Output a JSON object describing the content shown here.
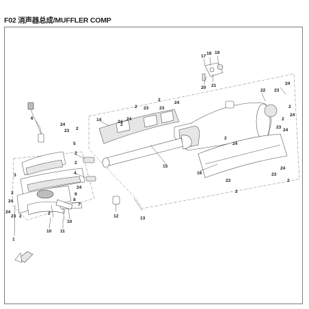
{
  "title": "F02 消声器总成/MUFFLER COMP",
  "callouts": [
    {
      "label": "17"
    },
    {
      "label": "18"
    },
    {
      "label": "19"
    },
    {
      "label": "20"
    },
    {
      "label": "21"
    },
    {
      "label": "22"
    },
    {
      "label": "23"
    },
    {
      "label": "24"
    },
    {
      "label": "24"
    },
    {
      "label": "2"
    },
    {
      "label": "2"
    },
    {
      "label": "23"
    },
    {
      "label": "24"
    },
    {
      "label": "2"
    },
    {
      "label": "24"
    },
    {
      "label": "14"
    },
    {
      "label": "2"
    },
    {
      "label": "23"
    },
    {
      "label": "24"
    },
    {
      "label": "24"
    },
    {
      "label": "2"
    },
    {
      "label": "23"
    },
    {
      "label": "24"
    },
    {
      "label": "2"
    },
    {
      "label": "15"
    },
    {
      "label": "16"
    },
    {
      "label": "23"
    },
    {
      "label": "24"
    },
    {
      "label": "2"
    },
    {
      "label": "23"
    },
    {
      "label": "2"
    },
    {
      "label": "13"
    },
    {
      "label": "12"
    },
    {
      "label": "6"
    },
    {
      "label": "24"
    },
    {
      "label": "2"
    },
    {
      "label": "23"
    },
    {
      "label": "5"
    },
    {
      "label": "2"
    },
    {
      "label": "2"
    },
    {
      "label": "4"
    },
    {
      "label": "3"
    },
    {
      "label": "2"
    },
    {
      "label": "24"
    },
    {
      "label": "24"
    },
    {
      "label": "23"
    },
    {
      "label": "2"
    },
    {
      "label": "24"
    },
    {
      "label": "9"
    },
    {
      "label": "8"
    },
    {
      "label": "7"
    },
    {
      "label": "1"
    },
    {
      "label": "10"
    },
    {
      "label": "11"
    },
    {
      "label": "10"
    },
    {
      "label": "2"
    }
  ]
}
